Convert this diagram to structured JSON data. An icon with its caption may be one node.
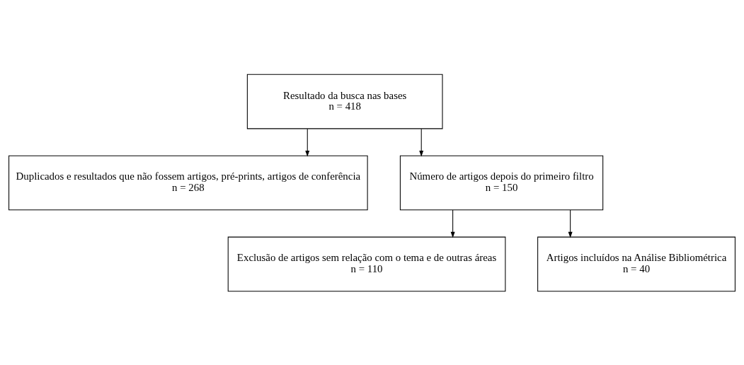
{
  "diagram": {
    "nodes": [
      {
        "text": [
          "Resultado da busca nas bases",
          "n = 418"
        ]
      },
      {
        "text": [
          "Duplicados e resultados que não fossem artigos, pré-prints, artigos de conferência",
          "n = 268"
        ]
      },
      {
        "text": [
          "Número de artigos depois do primeiro filtro",
          "n = 150"
        ]
      },
      {
        "text": [
          "Exclusão de artigos sem relação com o tema e de outras áreas",
          "n = 110"
        ]
      },
      {
        "text": [
          "Artigos incluídos na Análise Bibliométrica",
          "n = 40"
        ]
      }
    ],
    "edges": [
      {
        "from": 0,
        "to": 2,
        "arrow": "to"
      },
      {
        "from": 0,
        "to": 1,
        "arrow": "to"
      },
      {
        "from": 2,
        "to": 4,
        "arrow": "to"
      },
      {
        "from": 2,
        "to": 3,
        "arrow": "to"
      }
    ]
  }
}
